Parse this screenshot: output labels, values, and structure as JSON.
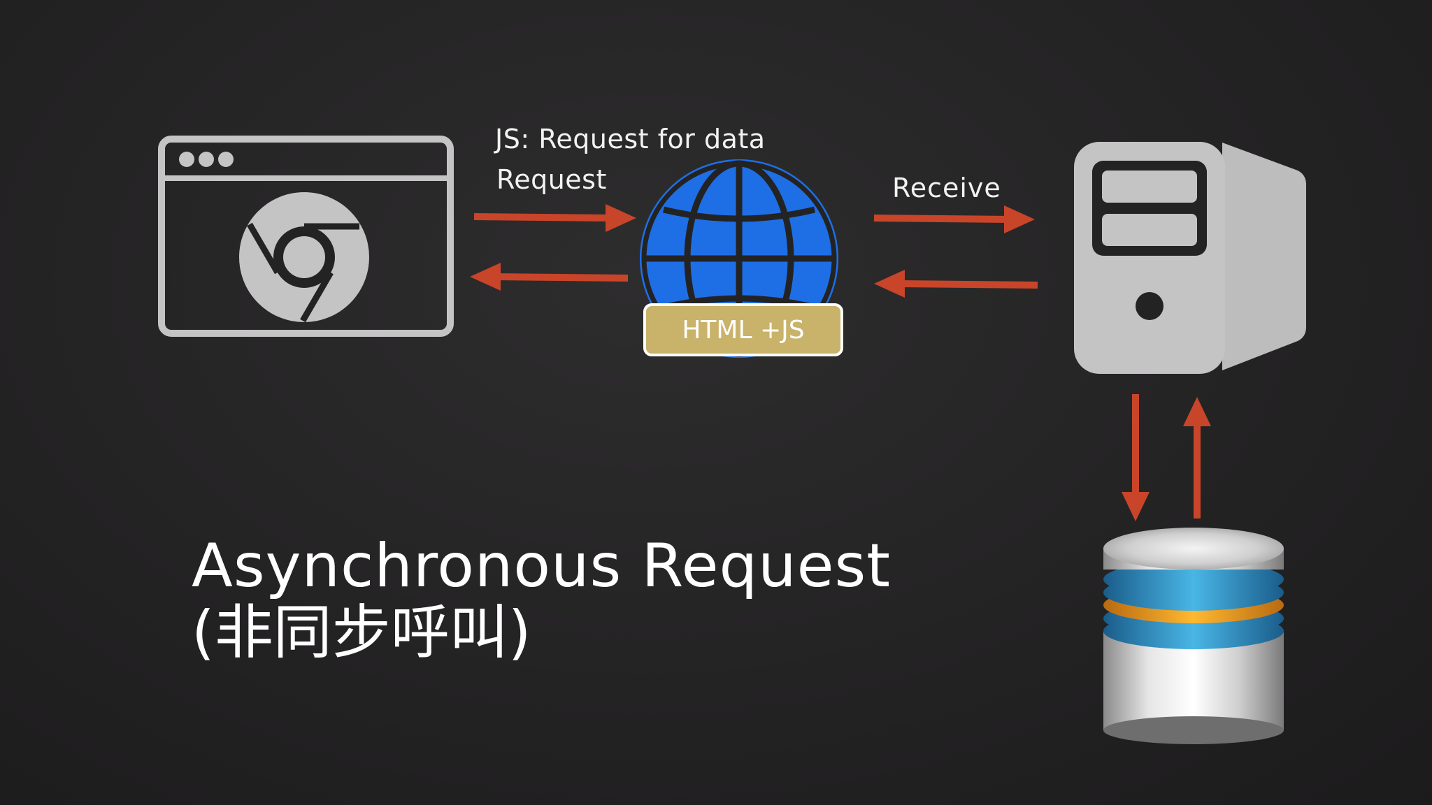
{
  "labels": {
    "js_request": "JS: Request for data",
    "request": "Request",
    "receive": "Receive",
    "badge": "HTML +JS"
  },
  "title": {
    "main": "Asynchronous Request",
    "sub": "(非同步呼叫)"
  },
  "colors": {
    "background": "#242324",
    "arrow": "#c8452a",
    "globe": "#1e6fe6",
    "badge": "#c9b26a",
    "icon_gray": "#c4c4c4"
  },
  "icons": {
    "browser": "chrome-browser-window-icon",
    "globe": "globe-icon",
    "server": "server-tower-icon",
    "database": "database-cylinder-icon"
  }
}
